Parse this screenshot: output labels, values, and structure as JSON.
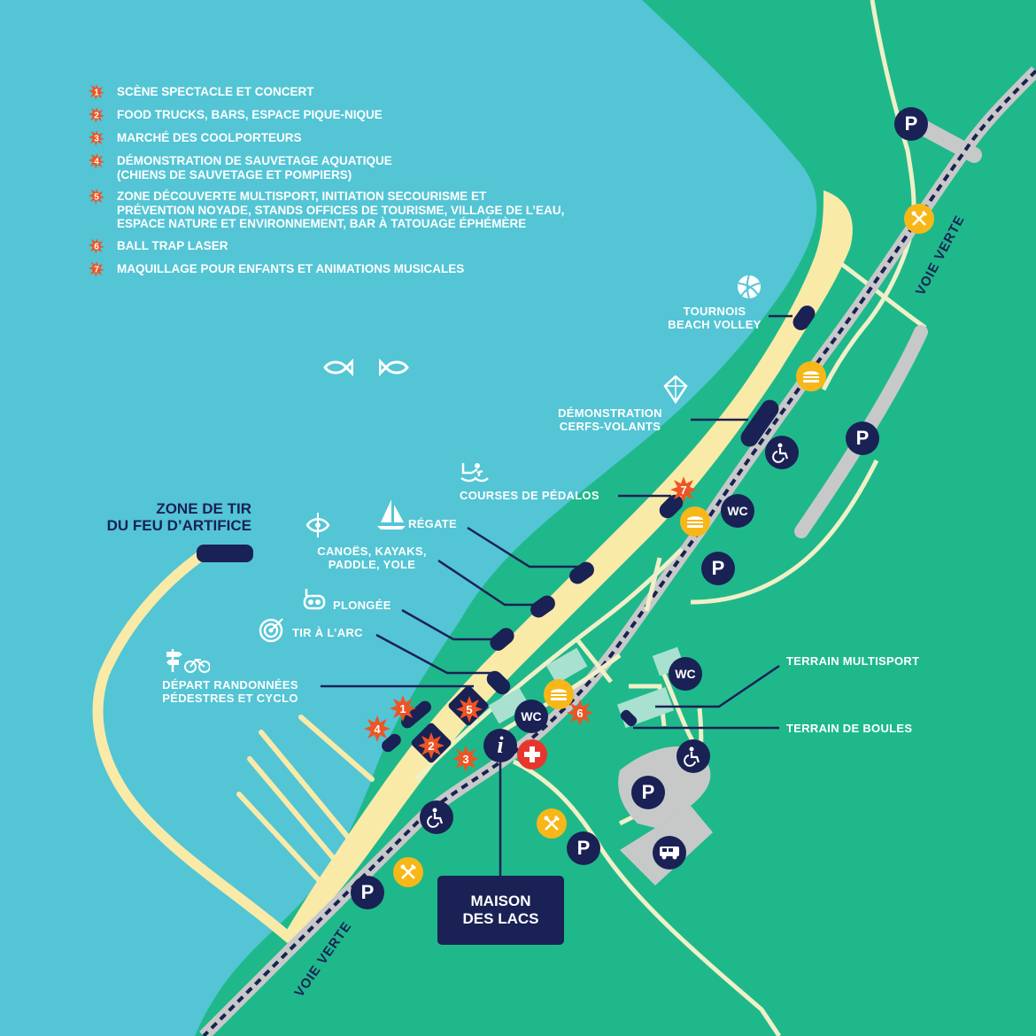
{
  "legend": [
    {
      "num": "1",
      "text": "SCÈNE SPECTACLE ET CONCERT"
    },
    {
      "num": "2",
      "text": "FOOD TRUCKS, BARS, ESPACE PIQUE-NIQUE"
    },
    {
      "num": "3",
      "text": "MARCHÉ DES COOLPORTEURS"
    },
    {
      "num": "4",
      "text": "DÉMONSTRATION DE SAUVETAGE AQUATIQUE\n(CHIENS DE SAUVETAGE ET POMPIERS)"
    },
    {
      "num": "5",
      "text": "ZONE DÉCOUVERTE MULTISPORT, INITIATION SECOURISME ET\nPRÉVENTION NOYADE, STANDS OFFICES DE TOURISME, VILLAGE DE L’EAU,\nESPACE NATURE ET ENVIRONNEMENT, BAR À TATOUAGE ÉPHÉMÈRE"
    },
    {
      "num": "6",
      "text": "BALL TRAP LASER"
    },
    {
      "num": "7",
      "text": "MAQUILLAGE POUR ENFANTS ET ANIMATIONS MUSICALES"
    }
  ],
  "labels": {
    "tournois": "TOURNOIS\nBEACH VOLLEY",
    "cerfs": "DÉMONSTRATION\nCERFS-VOLANTS",
    "pedalos": "COURSES DE PÉDALOS",
    "regate": "RÉGATE",
    "canoes": "CANOËS, KAYAKS,\nPADDLE, YOLE",
    "plongee": "PLONGÉE",
    "tir_arc": "TIR À L’ARC",
    "randonnees": "DÉPART RANDONNÉES\nPÉDESTRES ET CYCLO",
    "multisport": "TERRAIN MULTISPORT",
    "boules": "TERRAIN DE BOULES"
  },
  "zone_tir": "ZONE DE TIR\nDU FEU D’ARTIFICE",
  "maison": "MAISON\nDES LACS",
  "voie_verte": "VOIE VERTE",
  "parking_letter": "P",
  "wc_text": "WC",
  "info_letter": "i",
  "colors": {
    "lake": "#53c5d5",
    "land": "#1fb88b",
    "beach": "#f9eaa8",
    "navy": "#1a2154",
    "orange": "#ee5424",
    "yellow": "#f7b719",
    "red": "#e6362d",
    "grey": "#c7c9c9",
    "path": "#f0f0c8"
  },
  "icons": [
    "fish-icon",
    "volleyball-icon",
    "kite-icon",
    "pedalo-icon",
    "sailboat-icon",
    "kayak-icon",
    "diving-mask-icon",
    "archery-target-icon",
    "signpost-bike-icon",
    "parking-icon",
    "wc-icon",
    "accessible-icon",
    "burger-icon",
    "fork-knife-icon",
    "first-aid-icon",
    "info-icon",
    "bus-icon"
  ]
}
